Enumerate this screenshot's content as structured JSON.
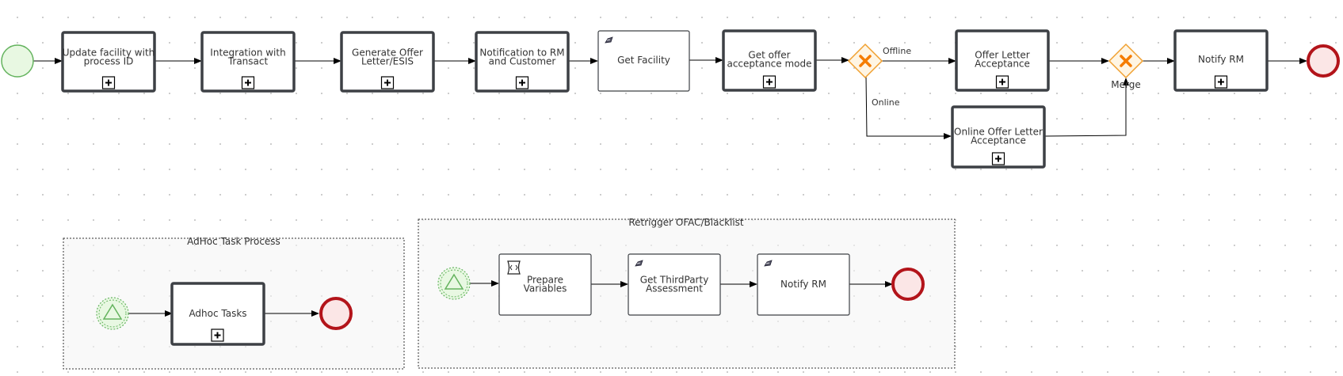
{
  "main_process": {
    "tasks": [
      {
        "id": "t1",
        "lines": [
          "Update facility with",
          "process ID"
        ]
      },
      {
        "id": "t2",
        "lines": [
          "Integration with",
          "Transact"
        ]
      },
      {
        "id": "t3",
        "lines": [
          "Generate Offer",
          "Letter/ESIS"
        ]
      },
      {
        "id": "t4",
        "lines": [
          "Notification to RM",
          "and Customer"
        ]
      },
      {
        "id": "t5",
        "lines": [
          "Get Facility"
        ]
      },
      {
        "id": "t6",
        "lines": [
          "Get offer",
          "acceptance mode"
        ]
      },
      {
        "id": "t7",
        "lines": [
          "Offer Letter",
          "Acceptance"
        ]
      },
      {
        "id": "t8",
        "lines": [
          "Online Offer Letter",
          "Acceptance"
        ]
      },
      {
        "id": "t9",
        "lines": [
          "Notify RM"
        ]
      }
    ],
    "flow_labels": {
      "offline": "Offline",
      "online": "Online"
    },
    "merge_label": "Merge"
  },
  "adhoc_process": {
    "title": "AdHoc Task Process",
    "task": "Adhoc Tasks"
  },
  "retrigger_process": {
    "title": "Retrigger OFAC/Blacklist",
    "tasks": [
      {
        "id": "r1",
        "lines": [
          "Prepare",
          "Variables"
        ]
      },
      {
        "id": "r2",
        "lines": [
          "Get ThirdParty",
          "Assessment"
        ]
      },
      {
        "id": "r3",
        "lines": [
          "Notify RM"
        ]
      }
    ]
  },
  "colors": {
    "task_border": "#3d4045",
    "start_fill": "#e8f8e2",
    "start_stroke": "#64b35e",
    "end_fill": "#fbe6e6",
    "end_stroke": "#b3141a",
    "gateway_fill": "#fff5e3",
    "gateway_stroke": "#f0a030",
    "gateway_x": "#f57c00"
  },
  "icons": {
    "subprocess_marker": "plus-square-icon",
    "service_task": "service-task-icon",
    "script_task": "script-task-icon",
    "signal_start": "signal-triangle-icon"
  }
}
